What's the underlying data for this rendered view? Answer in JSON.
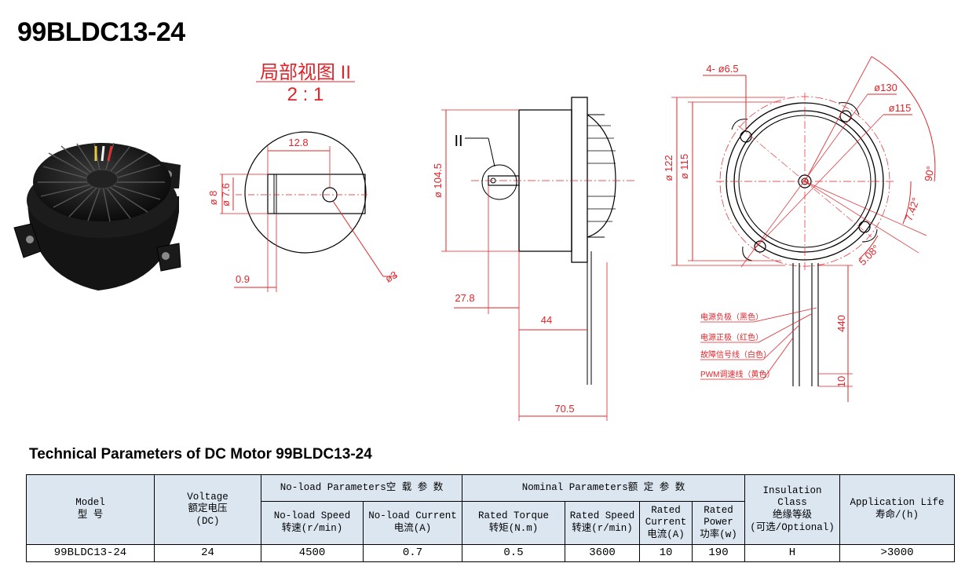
{
  "page_title": "99BLDC13-24",
  "detail_view": {
    "title": "局部视图 II",
    "scale": "2 : 1",
    "dims": {
      "shaft_length": "12.8",
      "dia_8": "ø 8",
      "dia_7_6": "ø 7.6",
      "offset": "0.9",
      "hole": "ø3"
    }
  },
  "side_view": {
    "detail_marker": "II",
    "dims": {
      "dia_104_5": "ø 104.5",
      "len_27_8": "27.8",
      "len_44": "44",
      "len_70_5": "70.5"
    }
  },
  "front_view": {
    "dims": {
      "holes": "4- ø6.5",
      "dia_130": "ø130",
      "dia_115_top": "ø115",
      "dia_122": "ø 122",
      "dia_115_side": "ø 115",
      "angle_90": "90°",
      "angle_7_42": "7.42°",
      "angle_5_08": "5.08°",
      "lead_length": "440",
      "lead_strip": "10"
    },
    "wire_labels": [
      "电源负极（黑色）",
      "电源正极（红色）",
      "故障信号线（白色）",
      "PWM调速线（黄色）"
    ]
  },
  "table": {
    "title": "Technical Parameters of DC Motor 99BLDC13-24",
    "headers": {
      "model": [
        "Model",
        "型 号"
      ],
      "voltage": [
        "Voltage",
        "额定电压",
        "(DC)"
      ],
      "noload_group": "No-load Parameters空 载 参 数",
      "nominal_group": "Nominal Parameters额   定   参   数",
      "insulation": [
        "Insulation Class",
        "绝缘等级",
        "(可选/Optional)"
      ],
      "life": [
        "Application Life",
        "寿命/(h)"
      ],
      "noload_speed": [
        "No-load Speed",
        "转速(r/min)"
      ],
      "noload_current": [
        "No-load Current",
        "电流(A)"
      ],
      "rated_torque": [
        "Rated Torque",
        "转矩(N.m)"
      ],
      "rated_speed": [
        "Rated Speed",
        "转速(r/min)"
      ],
      "rated_current": [
        "Rated",
        "Current",
        "电流(A)"
      ],
      "rated_power": [
        "Rated",
        "Power",
        "功率(w)"
      ]
    },
    "row": {
      "model": "99BLDC13-24",
      "voltage": "24",
      "noload_speed": "4500",
      "noload_current": "0.7",
      "rated_torque": "0.5",
      "rated_speed": "3600",
      "rated_current": "10",
      "rated_power": "190",
      "insulation": "H",
      "life": ">3000"
    }
  },
  "colors": {
    "dimension_red": "#e0242a",
    "outline_black": "#000000",
    "header_fill": "#dce6f1"
  }
}
